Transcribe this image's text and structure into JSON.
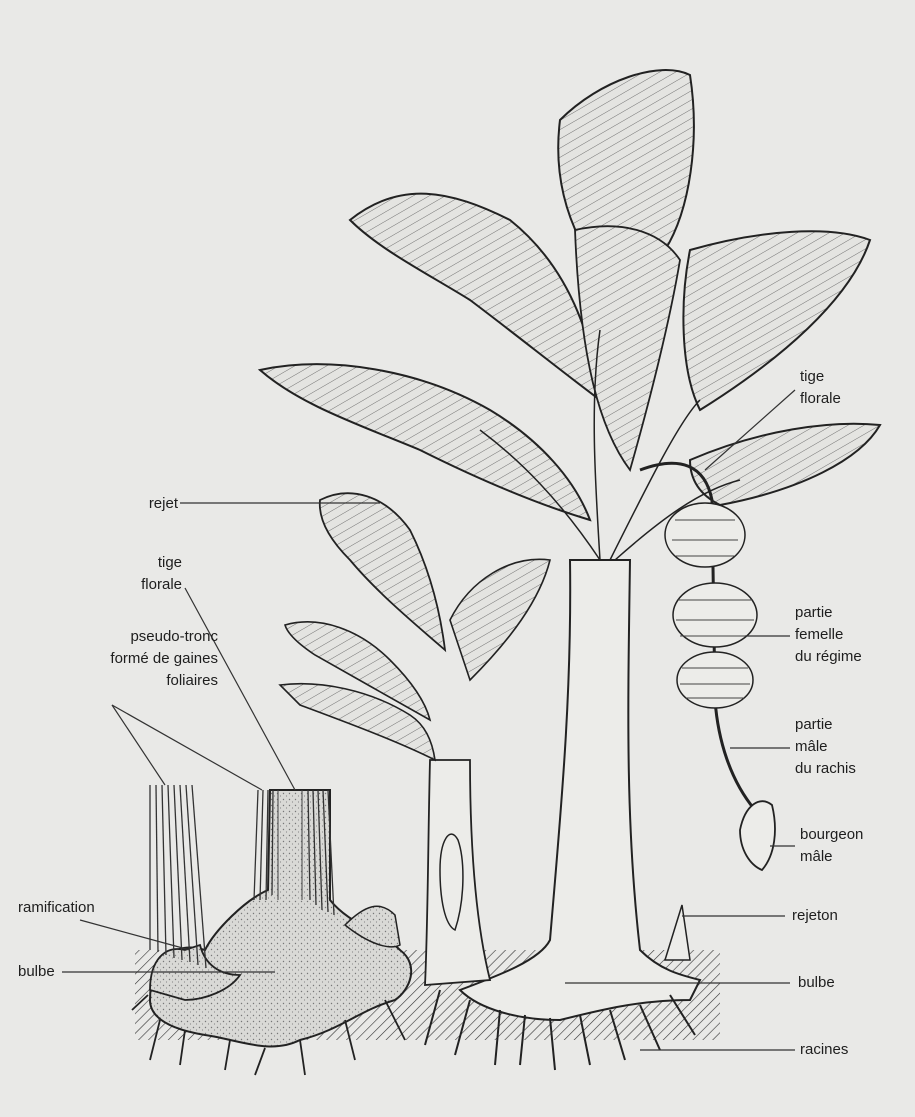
{
  "diagram": {
    "labels": {
      "tige_florale_right": "tige\nflorale",
      "rejet": "rejet",
      "tige_florale_left": "tige\nflorale",
      "pseudo_tronc": "pseudo-tronc\nformé de gaines\nfoliaires",
      "partie_femelle": "partie\nfemelle\ndu régime",
      "partie_male": "partie\nmâle\ndu rachis",
      "bourgeon_male": "bourgeon\nmâle",
      "ramification": "ramification",
      "rejeton": "rejeton",
      "bulbe_left": "bulbe",
      "bulbe_right": "bulbe",
      "racines": "racines"
    }
  }
}
